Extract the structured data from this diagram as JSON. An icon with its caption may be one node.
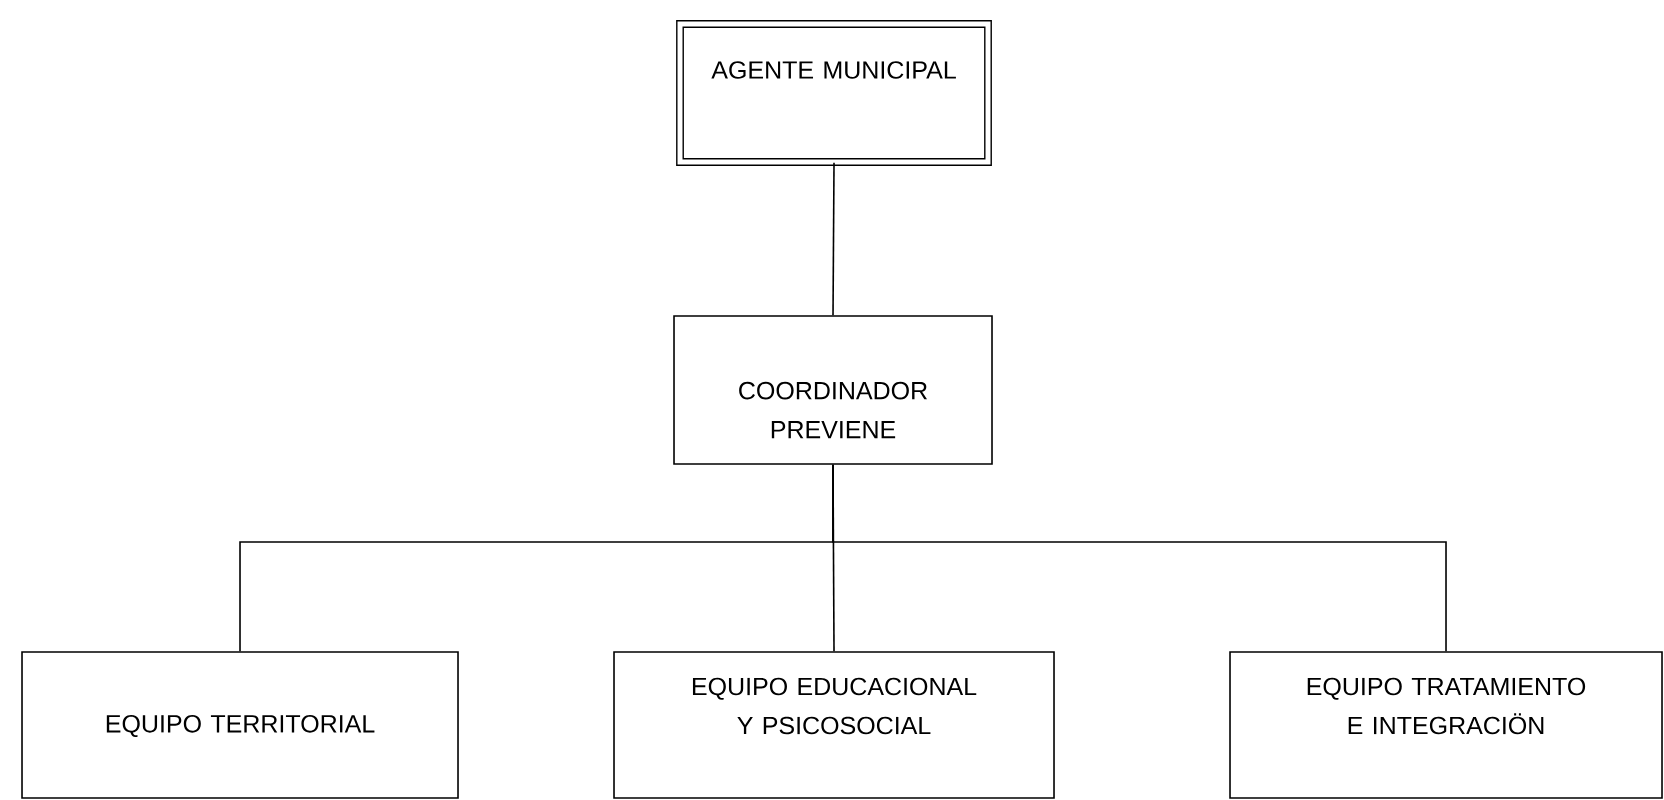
{
  "diagram": {
    "nodes": [
      {
        "text": [
          "AGENTE MUNICIPAL"
        ]
      },
      {
        "text": [
          "COORDINADOR PREVIENE"
        ]
      },
      {
        "text": [
          "EQUIPO TERRITORIAL"
        ]
      },
      {
        "text": [
          "EQUIPO EDUCACIONAL Y PSICOSOCIAL"
        ]
      },
      {
        "text": [
          "EQUIPO TRATAMIENTO E INTEGRACIÖN"
        ]
      }
    ],
    "edges": [
      {
        "from": 0,
        "to": 1,
        "arrow": "none"
      },
      {
        "from": 1,
        "to": 2,
        "arrow": "none"
      },
      {
        "from": 1,
        "to": 3,
        "arrow": "none"
      },
      {
        "from": 1,
        "to": 4,
        "arrow": "none"
      }
    ]
  }
}
